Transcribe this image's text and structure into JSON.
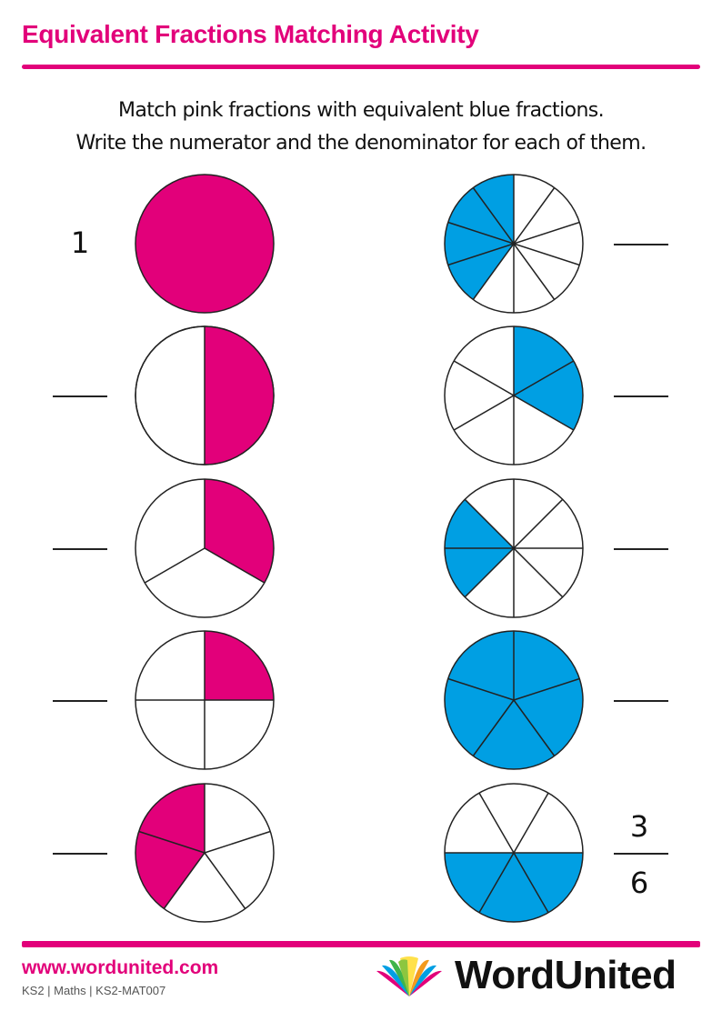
{
  "header": {
    "title": "Equivalent Fractions Matching Activity"
  },
  "instructions": {
    "line1": "Match pink fractions with equivalent blue fractions.",
    "line2": "Write the numerator and the denominator for each of them."
  },
  "colors": {
    "pink": "#e2007a",
    "blue": "#009fe3",
    "outline": "#222222"
  },
  "pink_fractions": [
    {
      "parts": 1,
      "shaded": 1,
      "label": "1",
      "answer_blank": false
    },
    {
      "parts": 2,
      "shaded": 1,
      "label": "",
      "answer_blank": true
    },
    {
      "parts": 3,
      "shaded": 1,
      "label": "",
      "answer_blank": true
    },
    {
      "parts": 4,
      "shaded": 1,
      "label": "",
      "answer_blank": true
    },
    {
      "parts": 5,
      "shaded": 2,
      "label": "",
      "answer_blank": true
    }
  ],
  "blue_fractions": [
    {
      "parts": 10,
      "shaded": 4,
      "label": "",
      "answer_blank": true
    },
    {
      "parts": 6,
      "shaded": 2,
      "label": "",
      "answer_blank": true
    },
    {
      "parts": 8,
      "shaded": 2,
      "label": "",
      "answer_blank": true
    },
    {
      "parts": 5,
      "shaded": 5,
      "label": "",
      "answer_blank": true
    },
    {
      "parts": 6,
      "shaded": 3,
      "numerator": "3",
      "denominator": "6",
      "answer_blank": false
    }
  ],
  "footer": {
    "url": "www.wordunited.com",
    "meta": "KS2 | Maths | KS2-MAT007",
    "brand": "WordUnited",
    "logo_icon": "fan-leaves-icon"
  }
}
